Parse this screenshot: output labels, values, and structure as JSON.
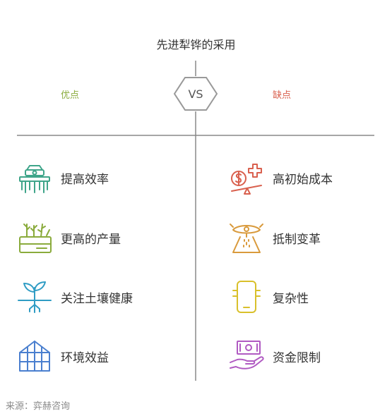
{
  "title": "先进犁铧的采用",
  "vs_label": "VS",
  "pros": {
    "heading": "优点",
    "color": "#8aab3c",
    "items": [
      {
        "label": "提高效率",
        "icon": "tractor-icon",
        "color": "#3fa58a"
      },
      {
        "label": "更高的产量",
        "icon": "crop-box-icon",
        "color": "#8aab3c"
      },
      {
        "label": "关注土壤健康",
        "icon": "sprout-roots-icon",
        "color": "#2f9cc4"
      },
      {
        "label": "环境效益",
        "icon": "greenhouse-icon",
        "color": "#4a7fcf"
      }
    ]
  },
  "cons": {
    "heading": "缺点",
    "color": "#d9604e",
    "items": [
      {
        "label": "高初始成本",
        "icon": "dollar-balance-icon",
        "color": "#d9604e"
      },
      {
        "label": "抵制变革",
        "icon": "resisting-eye-icon",
        "color": "#d99a3c"
      },
      {
        "label": "复杂性",
        "icon": "device-icon",
        "color": "#d9c02b"
      },
      {
        "label": "资金限制",
        "icon": "money-hand-icon",
        "color": "#b05ac2"
      }
    ]
  },
  "source": "来源：弈赫咨询"
}
